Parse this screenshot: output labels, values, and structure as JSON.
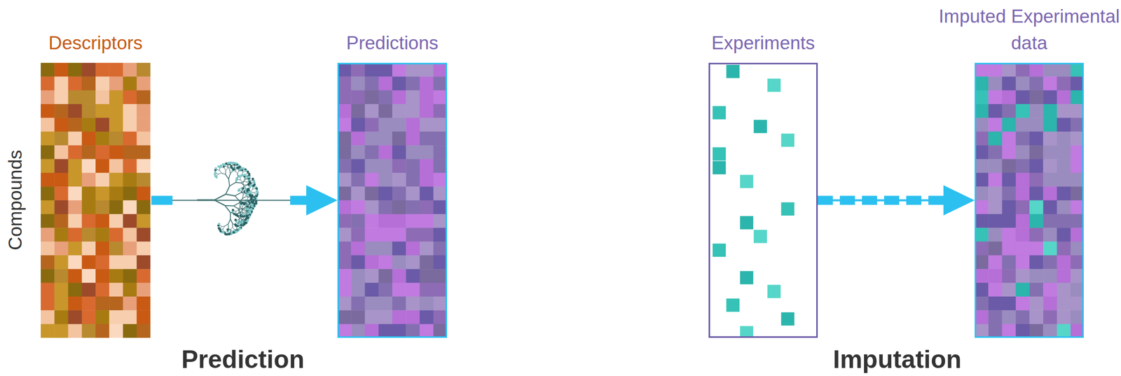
{
  "diagram": {
    "nodes": [
      {
        "text": [
          "Descriptors"
        ]
      },
      {
        "text": [
          "Predictions"
        ]
      },
      {
        "text": [
          "Experiments"
        ]
      },
      {
        "text": [
          "Imputed Experimental data"
        ]
      }
    ],
    "edges": [
      {
        "from": 0,
        "to": 1,
        "arrow": "to"
      },
      {
        "from": 2,
        "to": 3,
        "arrow": "to"
      }
    ],
    "labels": [
      "Compounds",
      "Prediction",
      "Imputation"
    ]
  }
}
